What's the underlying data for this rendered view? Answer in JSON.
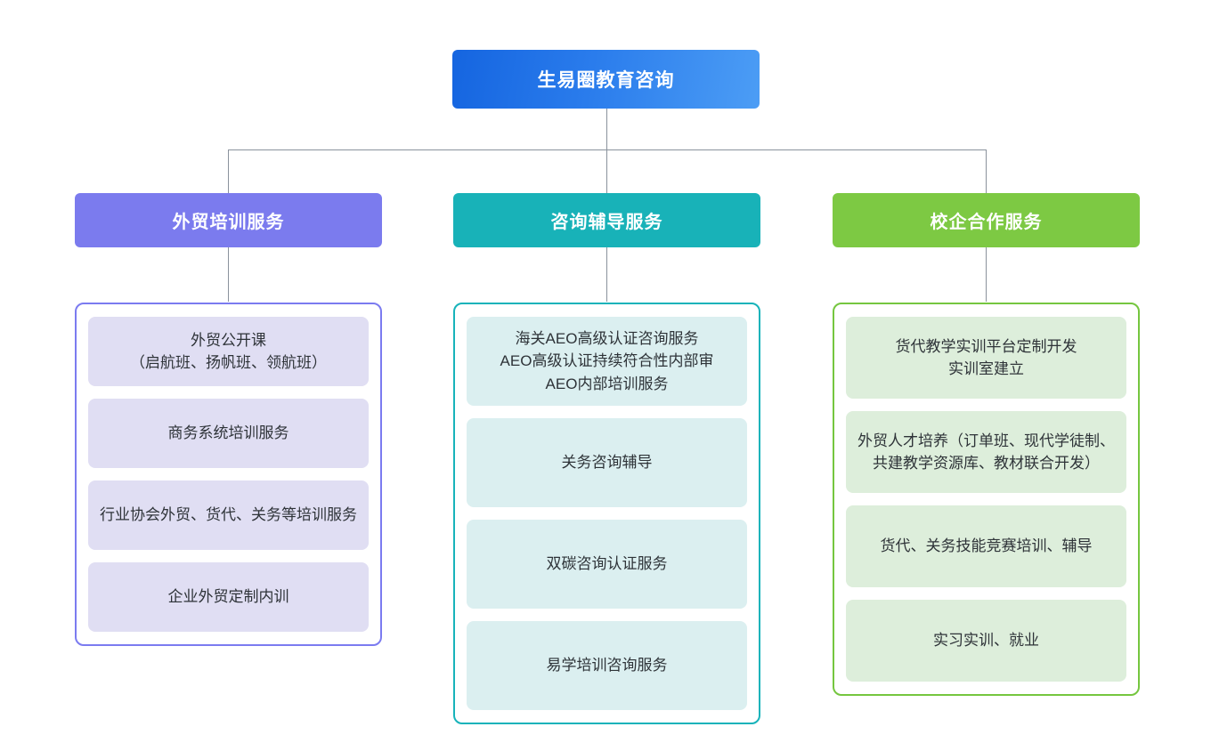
{
  "root": {
    "title": "生易圈教育咨询"
  },
  "columns": [
    {
      "id": "waimao-peixun",
      "title": "外贸培训服务",
      "accent": "#7B7BEE",
      "panel_border": "#7B7BF0",
      "item_bg": "#E0DEF3",
      "items": [
        {
          "text": "外贸公开课\n（启航班、扬帆班、领航班）"
        },
        {
          "text": "商务系统培训服务"
        },
        {
          "text": "行业协会外贸、货代、关务等培训服务"
        },
        {
          "text": "企业外贸定制内训"
        }
      ]
    },
    {
      "id": "zixun-fudao",
      "title": "咨询辅导服务",
      "accent": "#18B2B8",
      "panel_border": "#17B3BA",
      "item_bg": "#DBEFF0",
      "items": [
        {
          "text": "海关AEO高级认证咨询服务\nAEO高级认证持续符合性内部审\nAEO内部培训服务"
        },
        {
          "text": "关务咨询辅导"
        },
        {
          "text": "双碳咨询认证服务"
        },
        {
          "text": "易学培训咨询服务"
        }
      ]
    },
    {
      "id": "xiaoqi-hezuo",
      "title": "校企合作服务",
      "accent": "#7DC943",
      "panel_border": "#75C63F",
      "item_bg": "#DDEEDB",
      "items": [
        {
          "text": "货代教学实训平台定制开发\n实训室建立"
        },
        {
          "text": "外贸人才培养（订单班、现代学徒制、共建教学资源库、教材联合开发）"
        },
        {
          "text": "货代、关务技能竞赛培训、辅导"
        },
        {
          "text": "实习实训、就业"
        }
      ]
    }
  ]
}
